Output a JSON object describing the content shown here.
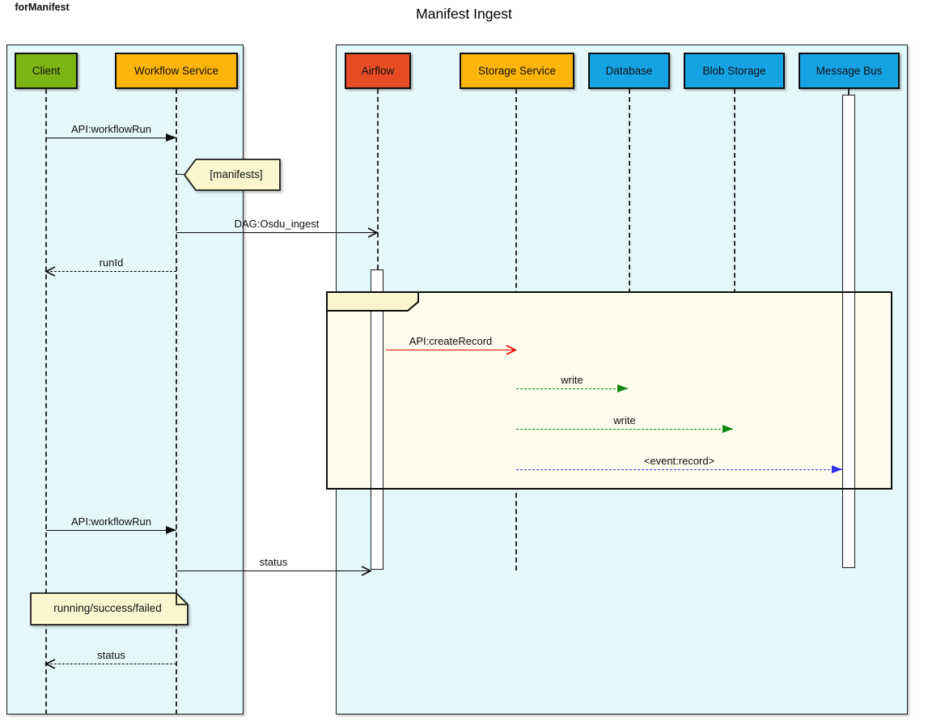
{
  "title": "Manifest Ingest",
  "diagram_type": "sequence",
  "colors": {
    "group_background": "#e4f8fa",
    "fragment_background": "#fdfcec",
    "note_background": "#fbf6ce",
    "participant_green": "#7cb414",
    "participant_amber": "#fdb40b",
    "participant_red": "#e74c24",
    "participant_blue": "#16a3e4",
    "arrow_black": "#0d0d0d",
    "arrow_red": "#f40000",
    "arrow_green": "#0e870e",
    "arrow_blue": "#3333ee"
  },
  "groups": {
    "left": [
      "Client",
      "Workflow Service"
    ],
    "right": [
      "Airflow",
      "Storage Service",
      "Database",
      "Blob Storage",
      "Message Bus"
    ]
  },
  "participants": [
    {
      "label": "Client",
      "color": "#7cb414"
    },
    {
      "label": "Workflow Service",
      "color": "#fdb40b"
    },
    {
      "label": "Airflow",
      "color": "#e74c24"
    },
    {
      "label": "Storage Service",
      "color": "#fdb40b"
    },
    {
      "label": "Database",
      "color": "#16a3e4"
    },
    {
      "label": "Blob Storage",
      "color": "#16a3e4"
    },
    {
      "label": "Message Bus",
      "color": "#16a3e4"
    }
  ],
  "fragment": {
    "label": "forManifest",
    "covers": [
      "Airflow",
      "Storage Service",
      "Database",
      "Blob Storage",
      "Message Bus"
    ]
  },
  "notes": [
    {
      "label": "[manifests]",
      "shape": "hexagon",
      "attached_to": "Workflow Service"
    },
    {
      "label": "running/success/failed",
      "shape": "folded-note",
      "over": [
        "Client",
        "Workflow Service"
      ]
    }
  ],
  "messages": [
    {
      "label": "API:workflowRun",
      "from": "Client",
      "to": "Workflow Service",
      "line": "solid",
      "color": "#0d0d0d",
      "head": "filled"
    },
    {
      "label": "DAG:Osdu_ingest",
      "from": "Workflow Service",
      "to": "Airflow",
      "line": "solid",
      "color": "#0d0d0d",
      "head": "open"
    },
    {
      "label": "runId",
      "from": "Workflow Service",
      "to": "Client",
      "line": "dashed",
      "color": "#0d0d0d",
      "head": "open"
    },
    {
      "label": "API:createRecord",
      "from": "Airflow",
      "to": "Storage Service",
      "line": "solid",
      "color": "#f40000",
      "head": "open"
    },
    {
      "label": "write",
      "from": "Storage Service",
      "to": "Database",
      "line": "dashed",
      "color": "#0e870e",
      "head": "filled"
    },
    {
      "label": "write",
      "from": "Storage Service",
      "to": "Blob Storage",
      "line": "dashed",
      "color": "#0e870e",
      "head": "filled"
    },
    {
      "label": "<event:record>",
      "from": "Storage Service",
      "to": "Message Bus",
      "line": "dashed",
      "color": "#3333ee",
      "head": "filled"
    },
    {
      "label": "API:workflowRun",
      "from": "Client",
      "to": "Workflow Service",
      "line": "solid",
      "color": "#0d0d0d",
      "head": "filled"
    },
    {
      "label": "status",
      "from": "Workflow Service",
      "to": "Airflow",
      "line": "solid",
      "color": "#0d0d0d",
      "head": "open"
    },
    {
      "label": "status",
      "from": "Workflow Service",
      "to": "Client",
      "line": "dashed",
      "color": "#0d0d0d",
      "head": "open"
    }
  ]
}
